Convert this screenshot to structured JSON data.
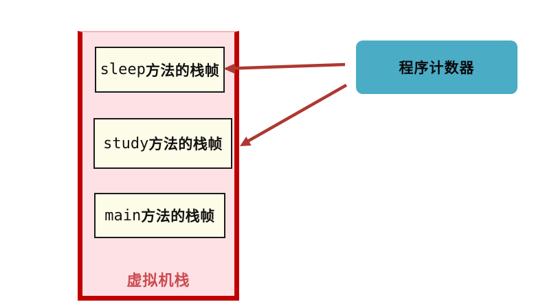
{
  "diagram": {
    "stack": {
      "label": "虚拟机栈",
      "frames": [
        {
          "latin": "sleep",
          "cjk": "方法的栈帧"
        },
        {
          "latin": "study",
          "cjk": "方法的栈帧"
        },
        {
          "latin": "main",
          "cjk": "方法的栈帧"
        }
      ]
    },
    "program_counter": {
      "label": "程序计数器"
    },
    "colors": {
      "stack_border": "#C00000",
      "stack_background": "#FDE1E4",
      "frame_background": "#FDFCE8",
      "frame_border": "#1A1A1A",
      "program_counter_fill": "#4BACC6",
      "arrow": "#AF3832",
      "stack_label_text": "#CC4B52"
    }
  }
}
